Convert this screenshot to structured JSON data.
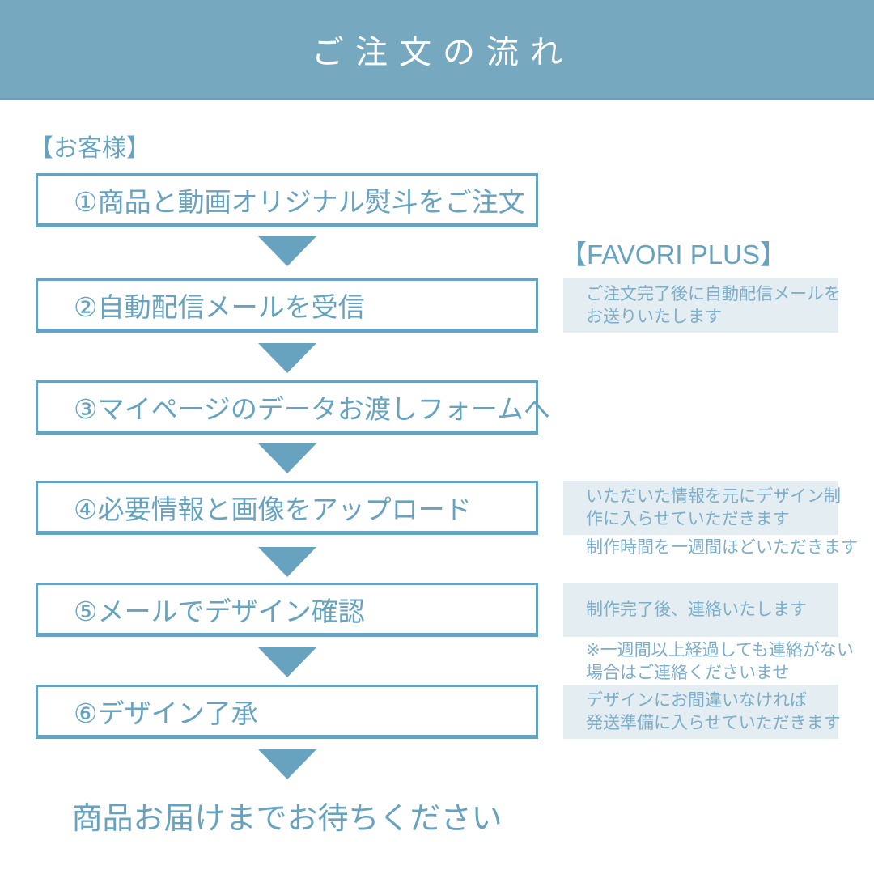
{
  "header": {
    "title": "ご注文の流れ"
  },
  "customer_section": {
    "label": "【お客様】",
    "steps": [
      "①商品と動画オリジナル熨斗をご注文",
      "②自動配信メールを受信",
      "③マイページのデータお渡しフォームへ",
      "④必要情報と画像をアップロード",
      "⑤メールでデザイン確認",
      "⑥デザイン了承"
    ],
    "footer_note": "商品お届けまでお待ちください"
  },
  "shop_section": {
    "label": "【FAVORI PLUS】",
    "notes": {
      "after_order": {
        "lines": [
          "ご注文完了後に自動配信メールを",
          "お送りいたします"
        ]
      },
      "design_start": {
        "lines": [
          "いただいた情報を元にデザイン制",
          "作に入らせていただきます"
        ]
      },
      "production_time": {
        "lines": [
          "制作時間を一週間ほどいただきます"
        ]
      },
      "after_production": {
        "lines": [
          "制作完了後、連絡いたします"
        ]
      },
      "no_contact": {
        "lines": [
          "※一週間以上経過しても連絡がない",
          "場合はご連絡くださいませ"
        ]
      },
      "design_approved": {
        "lines": [
          "デザインにお間違いなければ",
          "発送準備に入らせていただきます"
        ]
      }
    }
  },
  "icons": {
    "flow_arrow": "triangle-down"
  },
  "colors": {
    "header_bg": "#76a9bf",
    "accent_blue": "#67a2bf",
    "note_bg": "#e4edf2",
    "note_text": "#7cadc9",
    "page_bg": "#ffffff"
  }
}
